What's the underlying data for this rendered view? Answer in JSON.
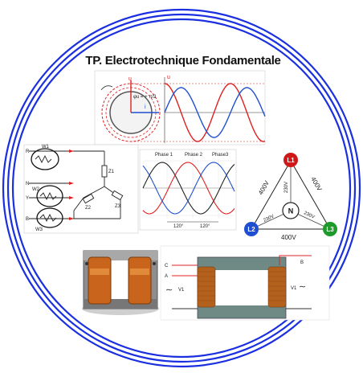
{
  "title": "TP. Electrotechnique Fondamentale",
  "phasor_diagram": {
    "axis_u_left": "u",
    "axis_u_right": "u",
    "axis_i": "i",
    "phase_formula": "φu = + π/2"
  },
  "three_phase_plot": {
    "legend": [
      "Phase 1",
      "Phase 2",
      "Phase3"
    ],
    "legend_colors": [
      "#222222",
      "#e02020",
      "#2050d0"
    ],
    "spacing_labels": [
      "120°",
      "120°"
    ]
  },
  "wattmeter_circuit": {
    "line_labels": [
      "R",
      "N",
      "Y",
      "B"
    ],
    "meter_labels": [
      "W1",
      "W2",
      "W3"
    ],
    "impedance_labels": [
      "Z1",
      "Z2",
      "Z3"
    ]
  },
  "voltage_triangle": {
    "nodes": [
      "L1",
      "L2",
      "L3",
      "N"
    ],
    "node_colors": [
      "#d01818",
      "#1f4fd0",
      "#1e9a2a",
      "#ffffff"
    ],
    "line_voltage": "400V",
    "phase_voltage": "230V"
  },
  "transformer_schematic": {
    "labels": [
      "C",
      "A",
      "B",
      "V1",
      "V1"
    ]
  },
  "colors": {
    "ring_blue": "#1a2fe0",
    "red": "#e02020",
    "blue": "#2050d0"
  }
}
